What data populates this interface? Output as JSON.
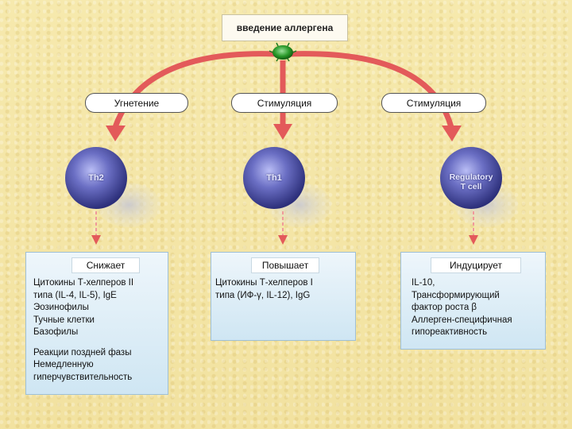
{
  "title": "введение аллергена",
  "branches": [
    {
      "action": "Угнетение",
      "cell": {
        "label": "Th2",
        "label_lines": [
          "Th2"
        ]
      },
      "effect": "Снижает",
      "items": [
        "Цитокины Т-хелперов II",
        "типа (IL-4, IL-5), IgE",
        "Эозинофилы",
        "Тучные клетки",
        "Базофилы"
      ],
      "items_extra": [
        "Реакции поздней фазы",
        "Немедленную",
        "гиперчувствительность"
      ]
    },
    {
      "action": "Стимуляция",
      "cell": {
        "label": "Th1",
        "label_lines": [
          "Th1"
        ]
      },
      "effect": "Повышает",
      "items": [
        "Цитокины Т-хелперов I",
        "типа (ИФ-γ, IL-12),  IgG"
      ]
    },
    {
      "action": "Стимуляция",
      "cell": {
        "label": "Regulatory T cell",
        "label_lines": [
          "Regulatory",
          "T cell"
        ]
      },
      "effect": "Индуцирует",
      "items": [
        "IL-10,",
        "Трансформирующий",
        "фактор роста β",
        "Аллерген-специфичная",
        "гипореактивность"
      ]
    }
  ],
  "colors": {
    "arrow": "#e35a5a",
    "arrow_light": "#f09a9a",
    "cell_core": "#6b6fc4",
    "cell_edge": "#2c2f7a",
    "allergen": "#2a9a2a",
    "panel_bg": "#d8ebf5",
    "background": "#f4e6a6"
  },
  "icons": {
    "allergen": "allergen-particle-icon",
    "cell": "lymphocyte-cell-icon"
  }
}
